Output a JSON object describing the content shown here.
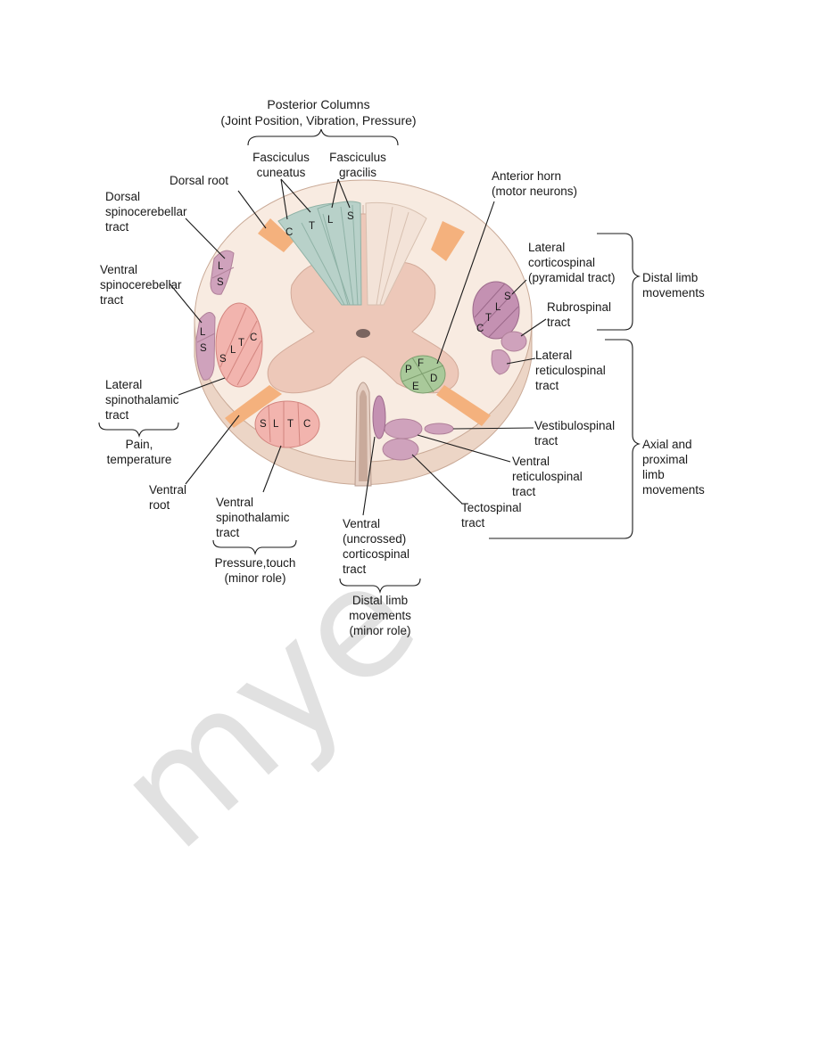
{
  "watermark": "mye",
  "posterior_columns": {
    "title": "Posterior Columns",
    "subtitle": "(Joint Position, Vibration, Pressure)"
  },
  "labels": {
    "fasciculus_cuneatus": [
      "Fasciculus",
      "cuneatus"
    ],
    "fasciculus_gracilis": [
      "Fasciculus",
      "gracilis"
    ],
    "dorsal_root": [
      "Dorsal root"
    ],
    "dorsal_spinocerebellar": [
      "Dorsal",
      "spinocerebellar",
      "tract"
    ],
    "ventral_spinocerebellar": [
      "Ventral",
      "spinocerebellar",
      "tract"
    ],
    "lateral_spinothalamic": [
      "Lateral",
      "spinothalamic",
      "tract"
    ],
    "pain_temperature": [
      "Pain,",
      "temperature"
    ],
    "ventral_root": [
      "Ventral",
      "root"
    ],
    "ventral_spinothalamic": [
      "Ventral",
      "spinothalamic",
      "tract"
    ],
    "pressure_touch": [
      "Pressure,touch",
      "(minor role)"
    ],
    "ventral_corticospinal": [
      "Ventral",
      "(uncrossed)",
      "corticospinal",
      "tract"
    ],
    "distal_minor": [
      "Distal limb",
      "movements",
      "(minor role)"
    ],
    "anterior_horn": [
      "Anterior horn",
      "(motor neurons)"
    ],
    "lateral_corticospinal": [
      "Lateral",
      "corticospinal",
      "(pyramidal tract)"
    ],
    "distal_limb_movements": [
      "Distal limb",
      "movements"
    ],
    "rubrospinal": [
      "Rubrospinal",
      "tract"
    ],
    "lateral_reticulospinal": [
      "Lateral",
      "reticulospinal",
      "tract"
    ],
    "vestibulospinal": [
      "Vestibulospinal",
      "tract"
    ],
    "ventral_reticulospinal": [
      "Ventral",
      "reticulospinal",
      "tract"
    ],
    "tectospinal": [
      "Tectospinal",
      "tract"
    ],
    "axial_proximal": [
      "Axial and",
      "proximal",
      "limb",
      "movements"
    ]
  },
  "segment_letters": {
    "posterior": [
      "C",
      "T",
      "L",
      "S"
    ],
    "dorsal_spinocerebellar": [
      "L",
      "S"
    ],
    "ventral_spinocerebellar": [
      "L",
      "S"
    ],
    "lateral_spinothalamic": [
      "S",
      "L",
      "T",
      "C"
    ],
    "ventral_spinothalamic": [
      "S",
      "L",
      "T",
      "C"
    ],
    "lateral_corticospinal": [
      "C",
      "T",
      "L",
      "S"
    ],
    "anterior_horn": [
      "P",
      "F",
      "E",
      "D"
    ]
  },
  "colors": {
    "cord_side": "#ecd5c6",
    "cord_top": "#f8ebe1",
    "gray_matter": "#edc8b9",
    "roots": "#f4b17d",
    "posterior_columns": "#b8d1c9",
    "tracts_mauve": "#cfa2bc",
    "spinothalamic": "#f2b4ae",
    "corticospinal": "#c491b2",
    "anterior_horn_nuclei": "#a9c99a"
  }
}
